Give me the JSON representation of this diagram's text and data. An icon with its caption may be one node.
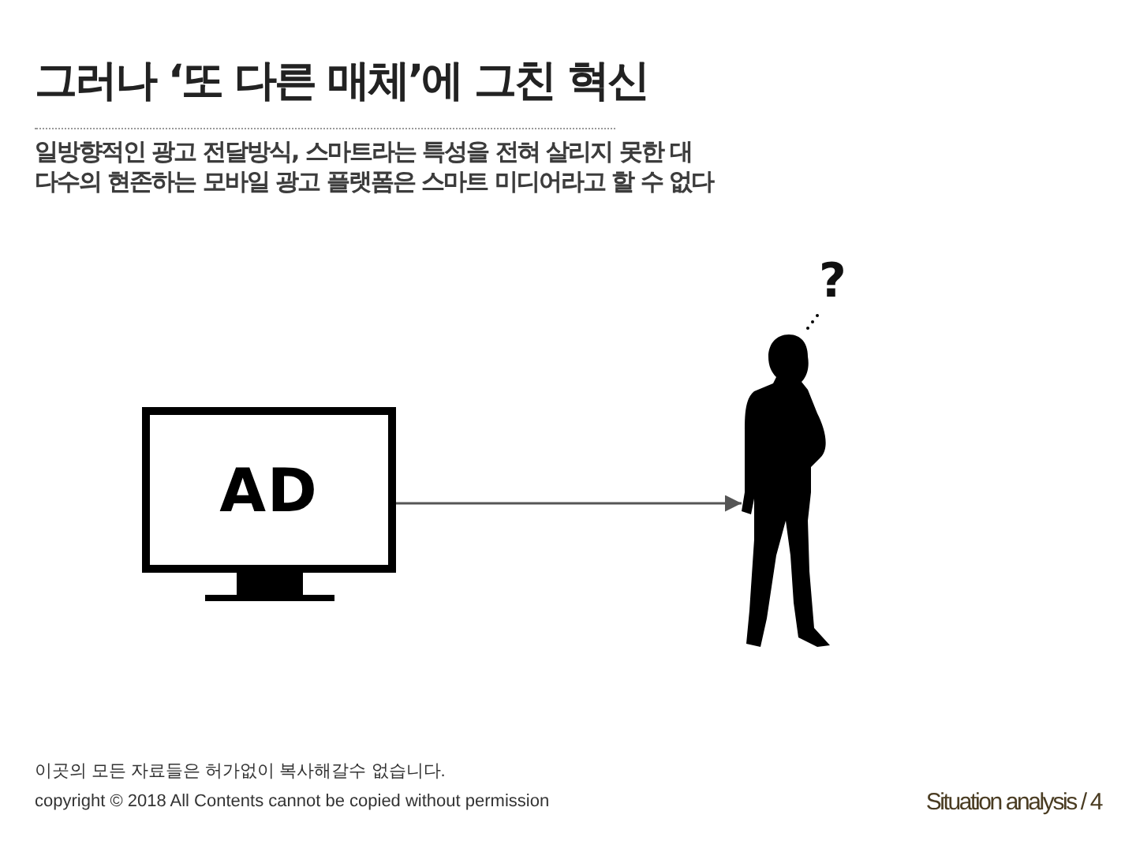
{
  "diagram": {
    "title": "그러나 ‘또 다른 매체’에 그친 혁신",
    "nodes": [
      {
        "text": [
          "AD"
        ]
      },
      {
        "text": [],
        "shape": "person"
      }
    ],
    "edges": [
      {
        "from": 0,
        "to": 1,
        "arrow": "to"
      }
    ],
    "labels": [
      "일방향적인 광고 전달방식, 스마트라는 특성을 전혀 살리지 못한 대다수의 현존하는 모바일 광고 플랫폼은 스마트 미디어라고 할 수 없다",
      "?",
      "이곳의 모든 자료들은 허가없이 복사해갈수 없습니다.",
      "copyright © 2018 All Contents cannot be copied without permission",
      "Situation analysis / 4"
    ]
  }
}
